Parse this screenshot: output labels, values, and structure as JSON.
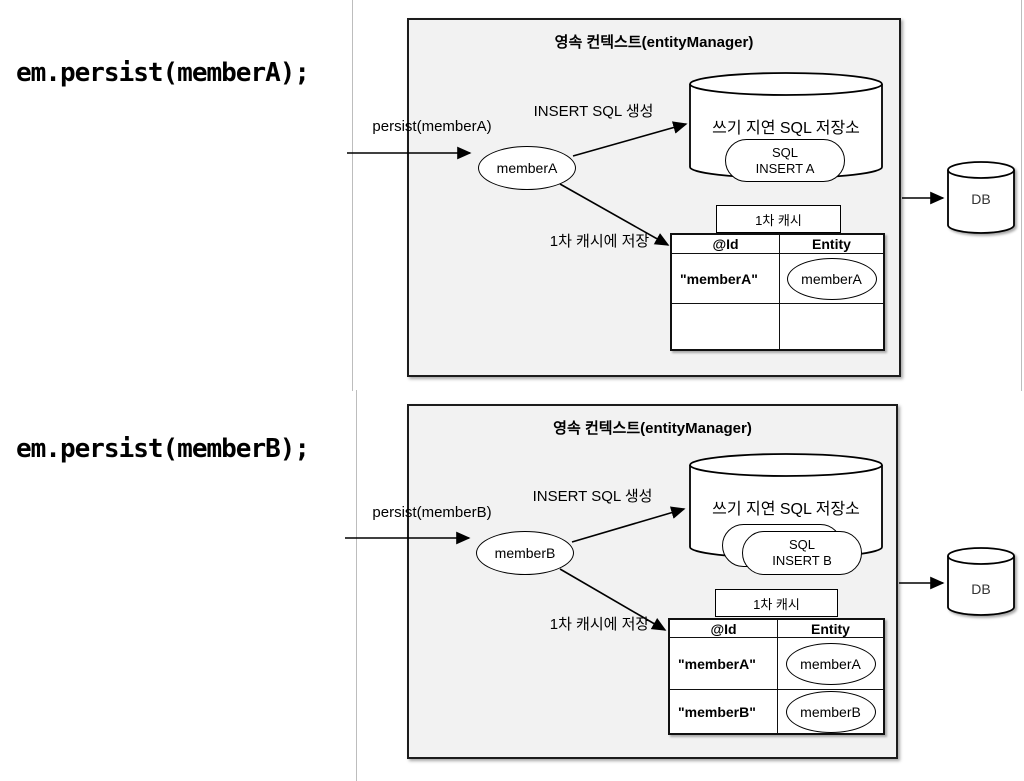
{
  "colors": {
    "box_fill": "#f2f2f2",
    "stroke": "#000000",
    "guide_line": "#bdbdbd"
  },
  "diagrams": [
    {
      "code": "em.persist(memberA);",
      "title": "영속 컨텍스트(entityManager)",
      "persist_call": "persist(memberA)",
      "entity_label": "memberA",
      "to_store_label": "INSERT SQL 생성",
      "to_cache_label": "1차 캐시에 저장",
      "store_title": "쓰기 지연 SQL 저장소",
      "store_item": {
        "line1": "SQL",
        "line2": "INSERT A"
      },
      "cache_title": "1차 캐시",
      "col_id": "@Id",
      "col_entity": "Entity",
      "rows": [
        {
          "id": "\"memberA\"",
          "entity": "memberA"
        },
        {
          "id": "",
          "entity": ""
        }
      ],
      "db_label": "DB"
    },
    {
      "code": "em.persist(memberB);",
      "title": "영속 컨텍스트(entityManager)",
      "persist_call": "persist(memberB)",
      "entity_label": "memberB",
      "to_store_label": "INSERT SQL 생성",
      "to_cache_label": "1차 캐시에 저장",
      "store_title": "쓰기 지연 SQL 저장소",
      "store_item": {
        "line1": "SQL",
        "line2": "INSERT B"
      },
      "cache_title": "1차 캐시",
      "col_id": "@Id",
      "col_entity": "Entity",
      "rows": [
        {
          "id": "\"memberA\"",
          "entity": "memberA"
        },
        {
          "id": "\"memberB\"",
          "entity": "memberB"
        }
      ],
      "db_label": "DB"
    }
  ]
}
